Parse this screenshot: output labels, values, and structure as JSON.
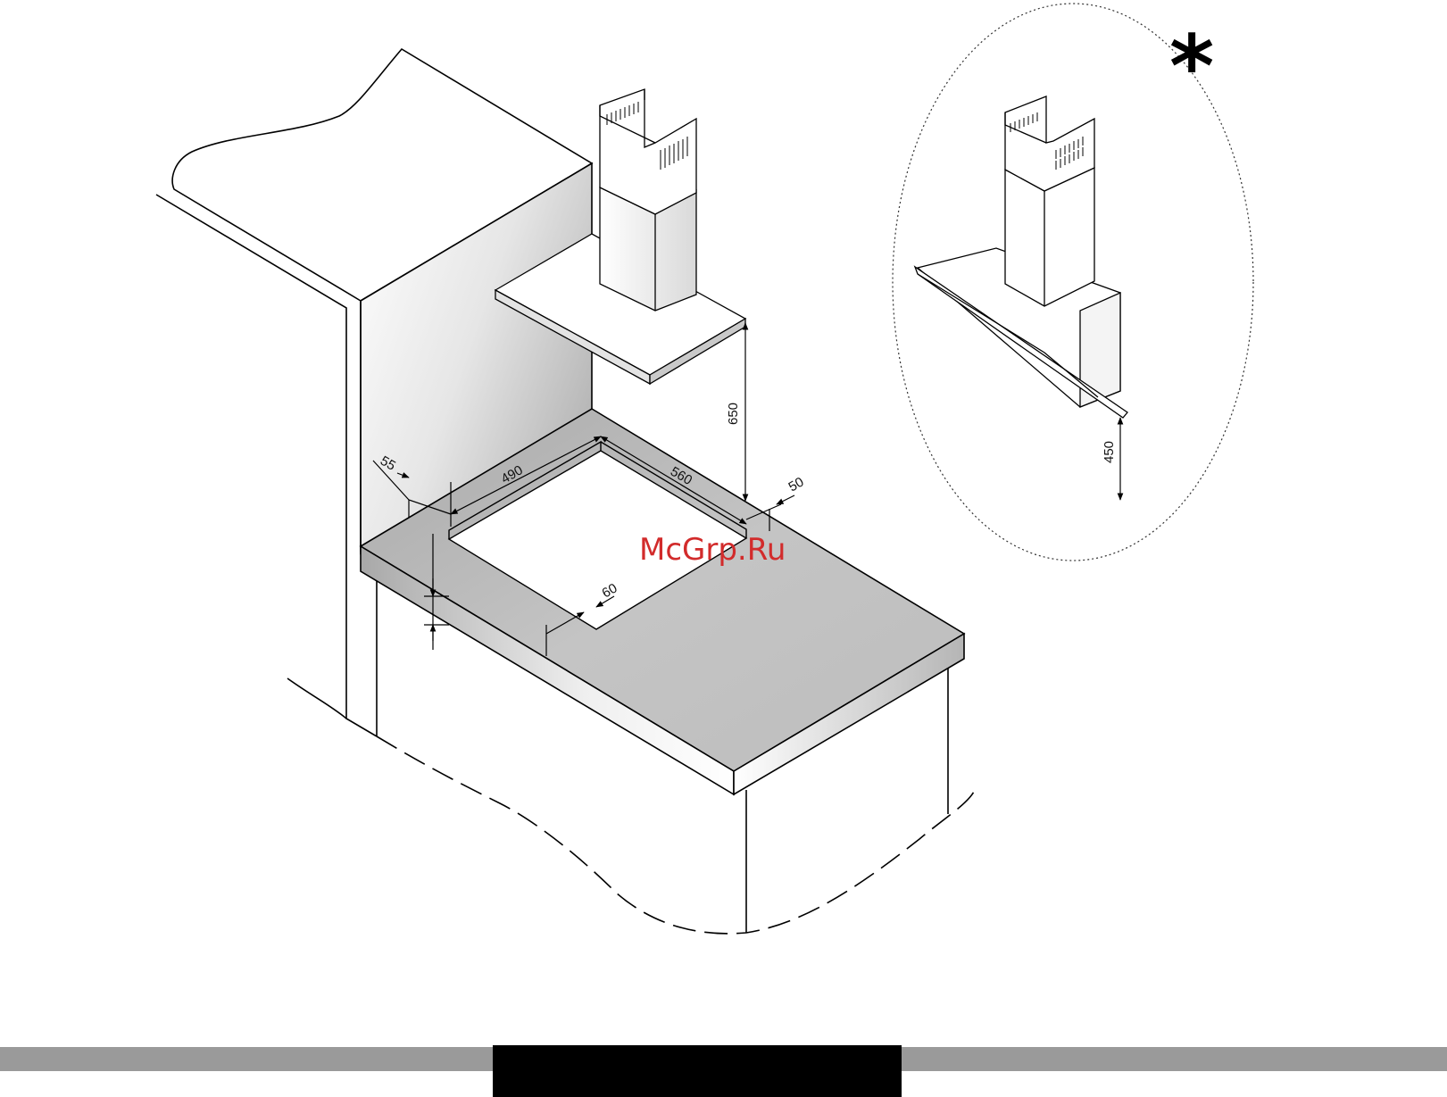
{
  "dimensions": {
    "hood_height": "650",
    "alt_hood_height": "450",
    "back_clearance": "55",
    "cutout_depth": "490",
    "cutout_width": "560",
    "side_clearance": "50",
    "front_clearance": "60"
  },
  "watermark": "McGrp.Ru",
  "alternative_marker": "*",
  "colors": {
    "line": "#000000",
    "counter_gray": "#b9b9b9",
    "watermark": "#d22b2b",
    "band": "#9a9a9a"
  }
}
